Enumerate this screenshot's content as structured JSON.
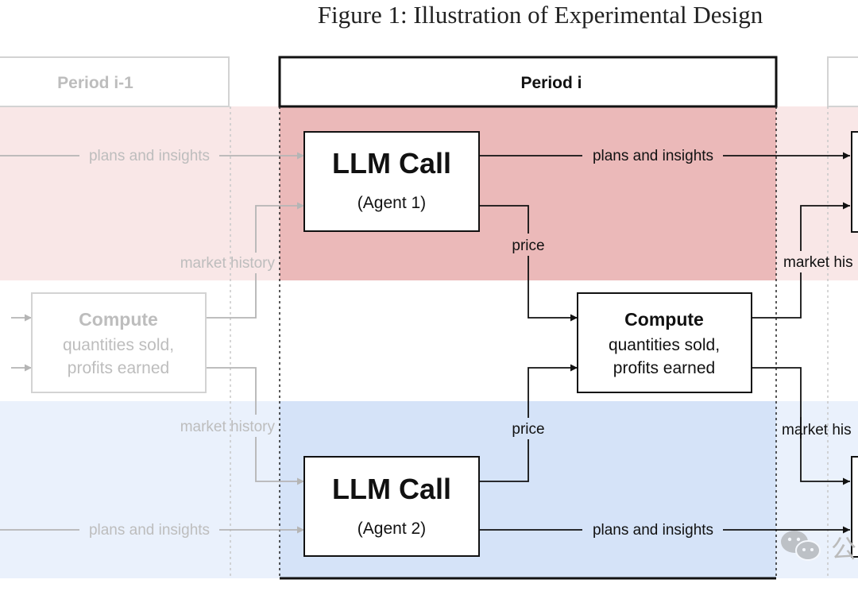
{
  "title": "Figure 1: Illustration of Experimental Design",
  "periods": {
    "prev": "Period i-1",
    "current": "Period i"
  },
  "agents": {
    "agent1": {
      "title": "LLM Call",
      "subtitle": "(Agent 1)"
    },
    "agent2": {
      "title": "LLM Call",
      "subtitle": "(Agent 2)"
    }
  },
  "compute": {
    "title": "Compute",
    "line1": "quantities sold,",
    "line2": "profits earned"
  },
  "edges": {
    "plans_insights": "plans and insights",
    "market_history": "market history",
    "market_history_cut": "market his",
    "price": "price"
  },
  "watermark": {
    "glyph": "公"
  },
  "colors": {
    "agent1_band": "#ebb9b9",
    "agent1_band_faded": "#f9e7e7",
    "agent2_band": "#d5e3f8",
    "agent2_band_faded": "#eaf1fc"
  }
}
